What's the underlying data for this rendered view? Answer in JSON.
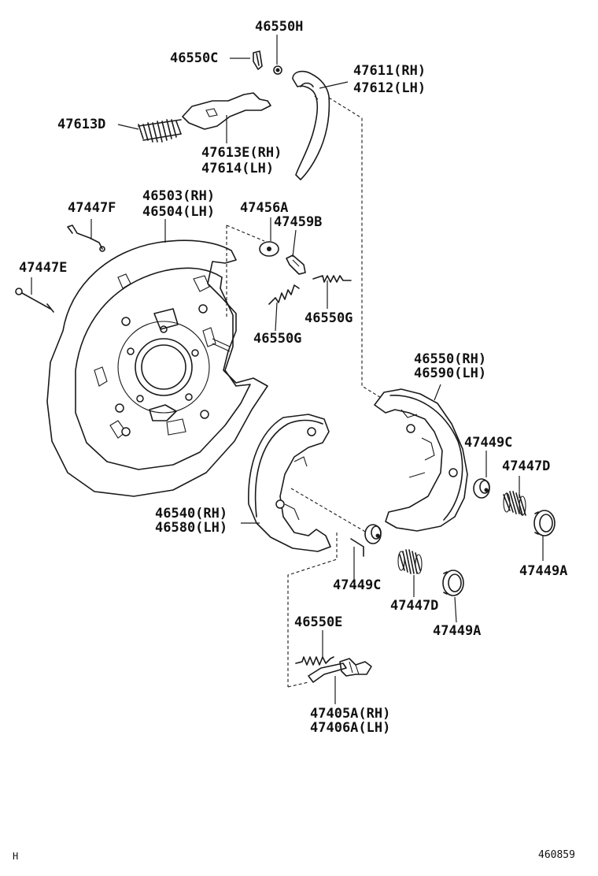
{
  "labels": {
    "p46550H": "46550H",
    "p46550C": "46550C",
    "p47611": "47611(RH)",
    "p47612": "47612(LH)",
    "p47613D": "47613D",
    "p47613E": "47613E(RH)",
    "p47614": "47614(LH)",
    "p46503": "46503(RH)",
    "p46504": "46504(LH)",
    "p47447F": "47447F",
    "p47456A": "47456A",
    "p47459B": "47459B",
    "p47447E": "47447E",
    "p46550G_a": "46550G",
    "p46550G_b": "46550G",
    "p46550": "46550(RH)",
    "p46590": "46590(LH)",
    "p47449C_a": "47449C",
    "p47447D_a": "47447D",
    "p46540": "46540(RH)",
    "p46580": "46580(LH)",
    "p47449A_a": "47449A",
    "p47449C_b": "47449C",
    "p47447D_b": "47447D",
    "p47449A_b": "47449A",
    "p46550E": "46550E",
    "p47405A": "47405A(RH)",
    "p47406A": "47406A(LH)"
  },
  "footer": {
    "left_mark": "H",
    "diagram_code": "460859"
  },
  "icons": {
    "backing-plate": "brake-backing-plate-icon",
    "shoe-front": "brake-shoe-icon",
    "shoe-rear": "brake-shoe-icon",
    "lever": "parking-brake-lever-icon",
    "strut": "shoe-strut-icon",
    "adjuster": "shoe-adjuster-icon",
    "springs": "coil-spring-icon"
  }
}
